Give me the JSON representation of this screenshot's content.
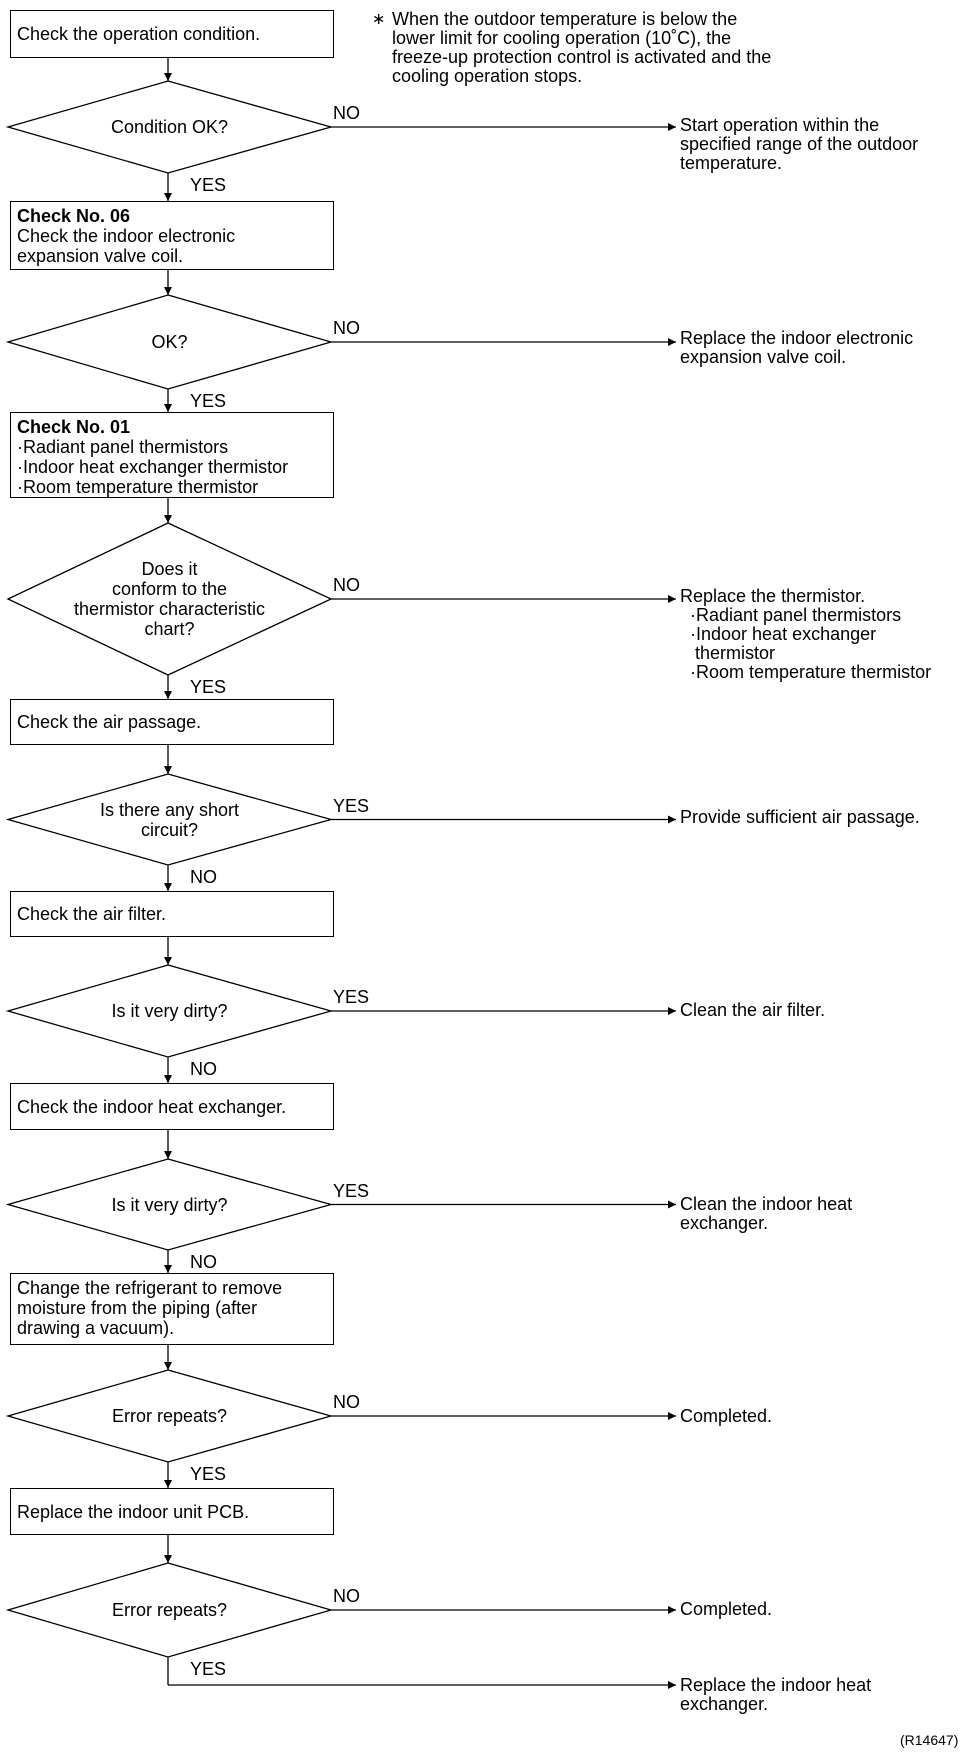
{
  "note": {
    "mark": "∗",
    "lines": [
      "When the outdoor temperature is below the",
      "lower limit for cooling operation (10˚C), the",
      "freeze-up protection control is activated and the",
      "cooling operation stops."
    ]
  },
  "steps": [
    {
      "id": "s1",
      "lines": [
        "Check the operation condition."
      ]
    },
    {
      "id": "s2",
      "bold": "Check No. 06",
      "lines": [
        "Check the indoor electronic",
        "expansion valve coil."
      ]
    },
    {
      "id": "s3",
      "bold": "Check No. 01",
      "lines": [
        "·Radiant panel thermistors",
        "·Indoor heat exchanger thermistor",
        "·Room temperature thermistor"
      ]
    },
    {
      "id": "s4",
      "lines": [
        "Check the air passage."
      ]
    },
    {
      "id": "s5",
      "lines": [
        "Check the air filter."
      ]
    },
    {
      "id": "s6",
      "lines": [
        "Check the indoor heat exchanger."
      ]
    },
    {
      "id": "s7",
      "lines": [
        "Change the refrigerant to remove",
        "moisture from the piping (after",
        "drawing a vacuum)."
      ]
    },
    {
      "id": "s8",
      "lines": [
        "Replace the indoor unit PCB."
      ]
    }
  ],
  "decisions": [
    {
      "id": "d1",
      "lines": [
        "Condition OK?"
      ],
      "branch": "NO",
      "down": "YES"
    },
    {
      "id": "d2",
      "lines": [
        "OK?"
      ],
      "branch": "NO",
      "down": "YES"
    },
    {
      "id": "d3",
      "lines": [
        "Does it",
        "conform to the",
        "thermistor characteristic",
        "chart?"
      ],
      "branch": "NO",
      "down": "YES"
    },
    {
      "id": "d4",
      "lines": [
        "Is there any short",
        "circuit?"
      ],
      "branch": "YES",
      "down": "NO"
    },
    {
      "id": "d5",
      "lines": [
        "Is it very dirty?"
      ],
      "branch": "YES",
      "down": "NO"
    },
    {
      "id": "d6",
      "lines": [
        "Is it very dirty?"
      ],
      "branch": "YES",
      "down": "NO"
    },
    {
      "id": "d7",
      "lines": [
        "Error repeats?"
      ],
      "branch": "NO",
      "down": "YES"
    },
    {
      "id": "d8",
      "lines": [
        "Error repeats?"
      ],
      "branch": "NO",
      "down": "YES"
    }
  ],
  "results": [
    {
      "id": "r1",
      "lines": [
        "Start operation within the",
        "specified range of the outdoor",
        "temperature."
      ]
    },
    {
      "id": "r2",
      "lines": [
        "Replace the indoor electronic",
        "expansion valve coil."
      ]
    },
    {
      "id": "r3",
      "lines": [
        "Replace the thermistor.",
        "  ·Radiant panel thermistors",
        "  ·Indoor heat exchanger",
        "   thermistor",
        "  ·Room temperature thermistor"
      ]
    },
    {
      "id": "r4",
      "lines": [
        "Provide sufficient air passage."
      ]
    },
    {
      "id": "r5",
      "lines": [
        "Clean the air filter."
      ]
    },
    {
      "id": "r6",
      "lines": [
        "Clean the indoor heat",
        "exchanger."
      ]
    },
    {
      "id": "r7",
      "lines": [
        "Completed."
      ]
    },
    {
      "id": "r8",
      "lines": [
        "Completed."
      ]
    },
    {
      "id": "r9",
      "lines": [
        "Replace the indoor heat",
        "exchanger."
      ]
    }
  ],
  "ref": "(R14647)"
}
